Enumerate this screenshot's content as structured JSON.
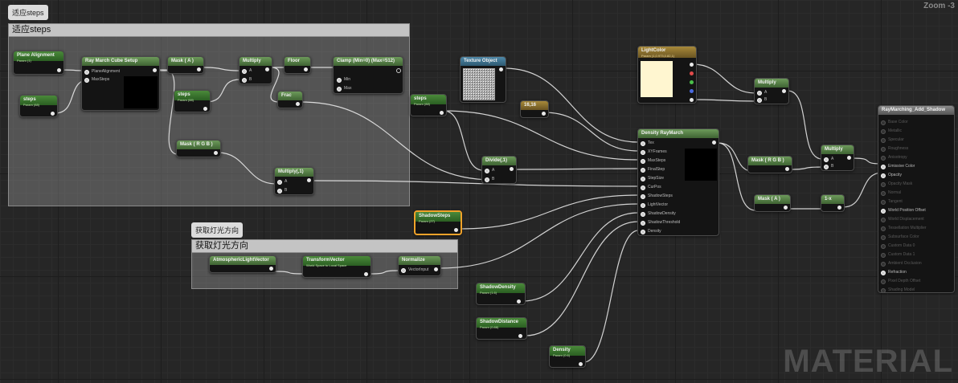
{
  "zoom_label": "Zoom -3",
  "watermark": "MATERIAL",
  "comments": {
    "steps_tab": "适应steps",
    "steps_box": "适应steps",
    "light_tab": "获取灯光方向",
    "light_box": "获取灯光方向"
  },
  "nodes": {
    "plane_alignment": {
      "title": "Plane Alignment",
      "sub": "Param (1)"
    },
    "steps_param": {
      "title": "steps",
      "sub": "Param (88)"
    },
    "raymarch_cube": {
      "title": "Ray March Cube Setup",
      "pins": [
        "PlaneAlignment",
        "MaxSteps"
      ]
    },
    "mask_a": {
      "title": "Mask ( A )"
    },
    "multiply_1": {
      "title": "Multiply",
      "pins": [
        "A",
        "B"
      ]
    },
    "floor": {
      "title": "Floor"
    },
    "clamp": {
      "title": "Clamp (Min=0) (Max=512)",
      "pins": [
        "Min",
        "Max"
      ]
    },
    "steps_param_2": {
      "title": "steps",
      "sub": "Param (88)"
    },
    "frac": {
      "title": "Frac"
    },
    "mask_rgb_1": {
      "title": "Mask ( R G B )"
    },
    "multiply_2": {
      "title": "Multiply(,1)",
      "pins": [
        "A",
        "B"
      ]
    },
    "texture_object": {
      "title": "Texture Object"
    },
    "steps_param_3": {
      "title": "steps",
      "sub": "Param (88)"
    },
    "const_16": {
      "title": "16,16"
    },
    "divide": {
      "title": "Divide(,1)",
      "pins": [
        "A",
        "B"
      ]
    },
    "light_color": {
      "title": "LightColor",
      "sub": "Param (1,0.973,0.82,1)"
    },
    "multiply_3": {
      "title": "Multiply",
      "pins": [
        "A",
        "B"
      ]
    },
    "density_raymarch": {
      "title": "Density RayMarch",
      "pins": [
        "Tex",
        "XYFrames",
        "MaxSteps",
        "FinalStep",
        "StepSize",
        "CurPos",
        "ShadowSteps",
        "LightVector",
        "ShadowDensity",
        "ShadowThreshold",
        "Density"
      ]
    },
    "mask_rgb_2": {
      "title": "Mask ( R G B )"
    },
    "multiply_4": {
      "title": "Multiply",
      "pins": [
        "A",
        "B"
      ]
    },
    "mask_a_2": {
      "title": "Mask ( A )"
    },
    "one_minus": {
      "title": "1-x"
    },
    "shadow_steps": {
      "title": "ShadowSteps",
      "sub": "Param (27)"
    },
    "atmos_light": {
      "title": "AtmosphericLightVector"
    },
    "transform_vector": {
      "title": "TransformVector",
      "sub": "World Space to Local Space"
    },
    "normalize": {
      "title": "Normalize",
      "pins": [
        "VectorInput"
      ]
    },
    "shadow_density": {
      "title": "ShadowDensity",
      "sub": "Param (1.6)"
    },
    "shadow_distance": {
      "title": "ShadowDistance",
      "sub": "Param (0.88)"
    },
    "density": {
      "title": "Density",
      "sub": "Param (0.6)"
    },
    "result": {
      "title": "RayMarching_Add_Shadow",
      "pins": [
        {
          "label": "Base Color",
          "active": false
        },
        {
          "label": "Metallic",
          "active": false
        },
        {
          "label": "Specular",
          "active": false
        },
        {
          "label": "Roughness",
          "active": false
        },
        {
          "label": "Anisotropy",
          "active": false
        },
        {
          "label": "Emissive Color",
          "active": true
        },
        {
          "label": "Opacity",
          "active": true
        },
        {
          "label": "Opacity Mask",
          "active": false
        },
        {
          "label": "Normal",
          "active": false
        },
        {
          "label": "Tangent",
          "active": false
        },
        {
          "label": "World Position Offset",
          "active": true
        },
        {
          "label": "World Displacement",
          "active": false
        },
        {
          "label": "Tessellation Multiplier",
          "active": false
        },
        {
          "label": "Subsurface Color",
          "active": false
        },
        {
          "label": "Custom Data 0",
          "active": false
        },
        {
          "label": "Custom Data 1",
          "active": false
        },
        {
          "label": "Ambient Occlusion",
          "active": false
        },
        {
          "label": "Refraction",
          "active": true
        },
        {
          "label": "Pixel Depth Offset",
          "active": false
        },
        {
          "label": "Shading Model",
          "active": false
        }
      ]
    }
  }
}
